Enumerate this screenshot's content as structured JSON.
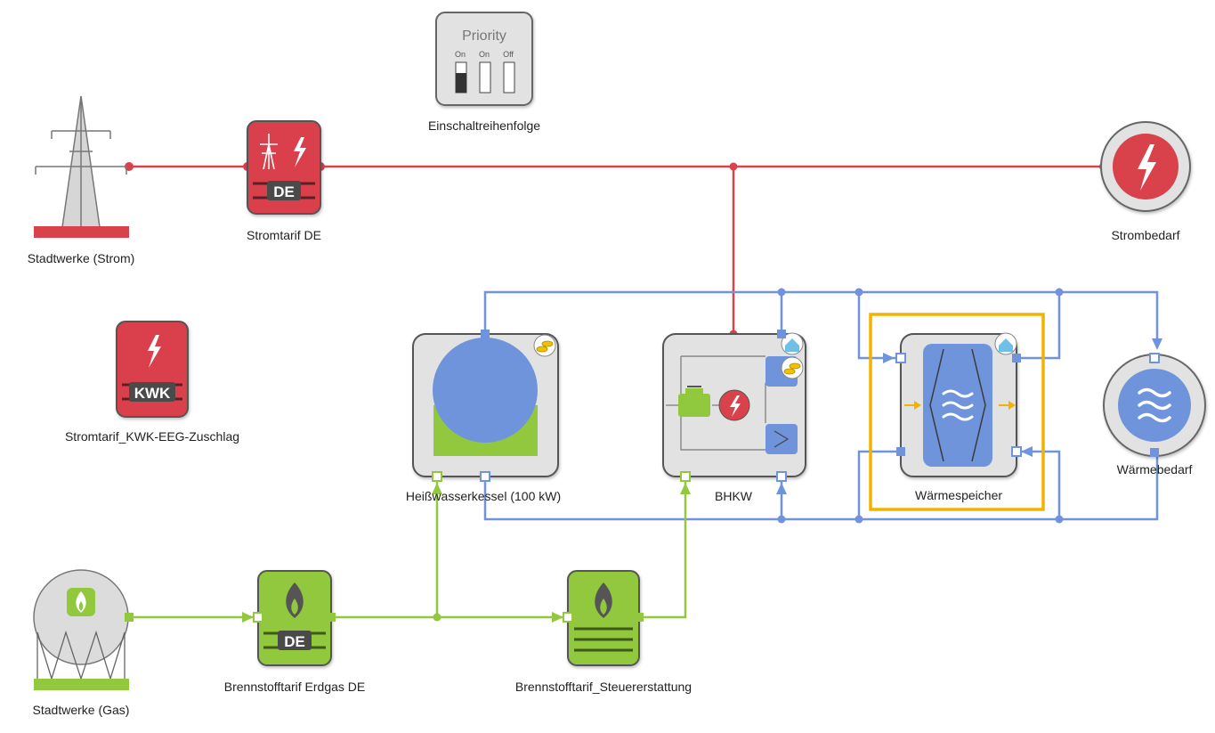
{
  "colors": {
    "electric": "#d9414b",
    "heat": "#6f94dc",
    "gas": "#92c83e",
    "module_grey": "#e2e2e2",
    "highlight": "#f2b200"
  },
  "priority": {
    "title": "Priority",
    "switches": [
      "On",
      "On",
      "Off"
    ],
    "label": "Einschaltreihenfolge"
  },
  "nodes": {
    "grid_power": {
      "label": "Stadtwerke (Strom)",
      "icon": "power-pylon-icon"
    },
    "tariff_power": {
      "label": "Stromtarif DE",
      "tag": "DE",
      "icon": "pylon-lightning-icon"
    },
    "demand_power": {
      "label": "Strombedarf",
      "icon": "lightning-icon"
    },
    "tariff_kwk": {
      "label": "Stromtarif_KWK-EEG-Zuschlag",
      "tag": "KWK",
      "icon": "lightning-icon"
    },
    "boiler": {
      "label": "Heißwasserkessel (100 kW)",
      "icon": "coins-icon"
    },
    "chp": {
      "label": "BHKW",
      "icon": "engine-generator-icon"
    },
    "storage": {
      "label": "Wärmespeicher",
      "icon": "heat-waves-icon"
    },
    "demand_heat": {
      "label": "Wärmebedarf",
      "icon": "heat-waves-icon"
    },
    "grid_gas": {
      "label": "Stadtwerke (Gas)",
      "icon": "gas-tank-flame-icon"
    },
    "tariff_gas": {
      "label": "Brennstofftarif Erdgas DE",
      "tag": "DE",
      "icon": "flame-icon"
    },
    "tariff_tax": {
      "label": "Brennstofftarif_Steuererstattung",
      "icon": "flame-icon"
    }
  }
}
